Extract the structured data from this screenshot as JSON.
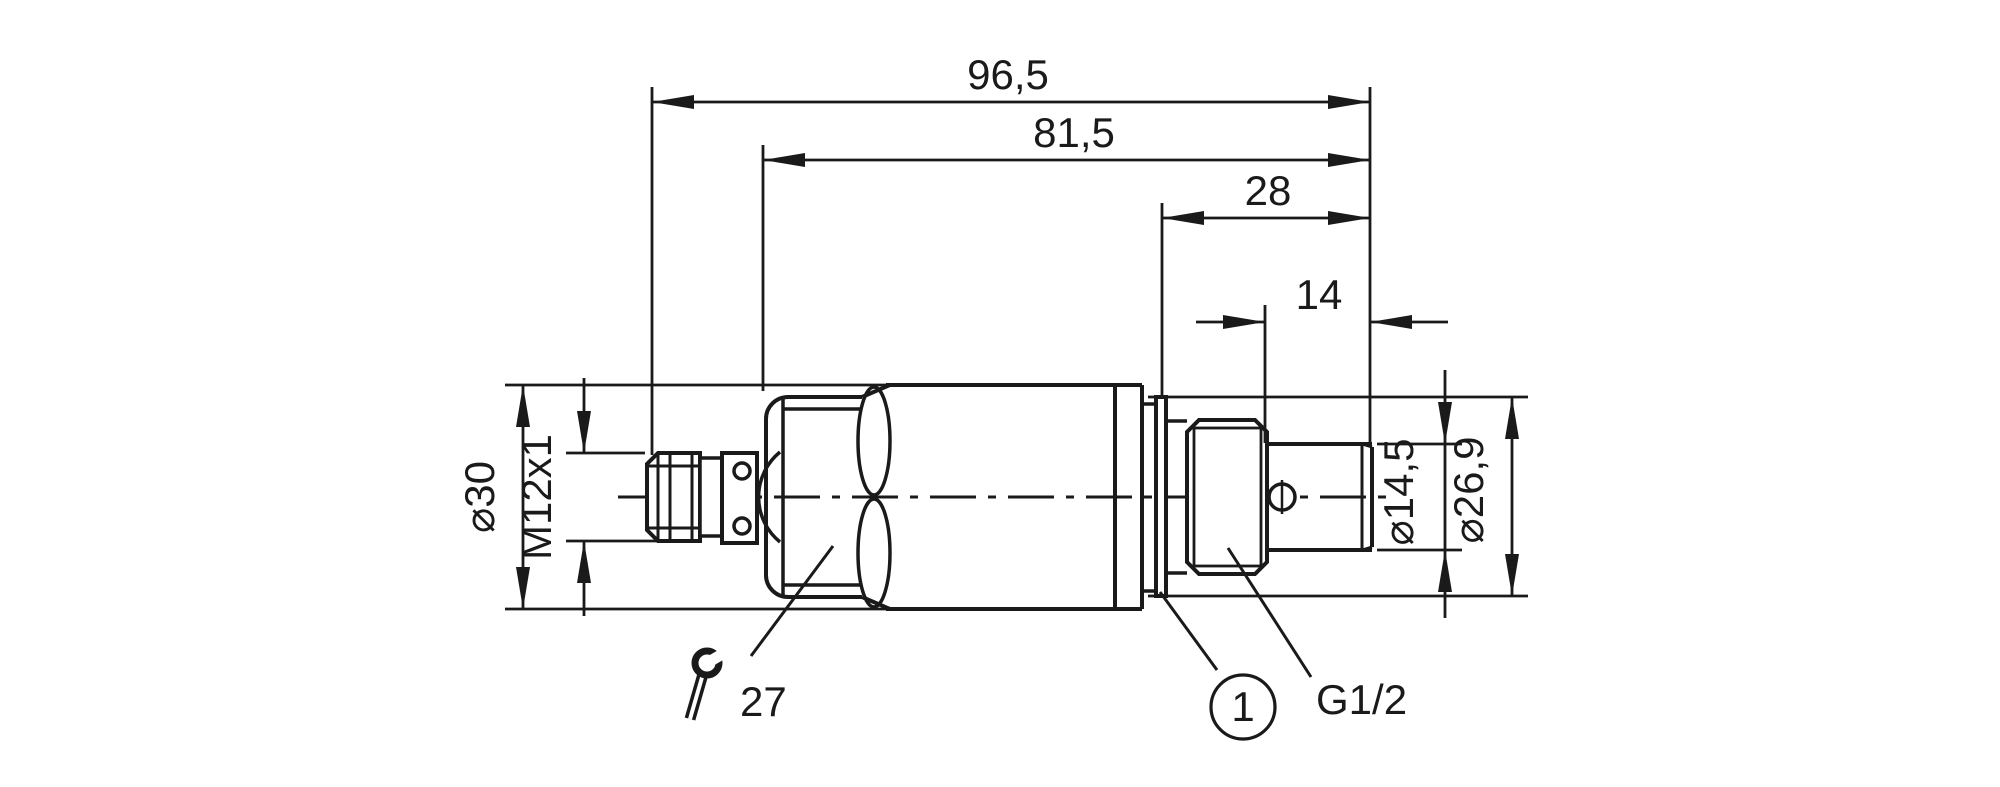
{
  "drawing": {
    "background": "#ffffff",
    "line_color": "#1a1a1a",
    "labels": {
      "dim_overall_length": "96,5",
      "dim_length_without_connector": "81,5",
      "dim_process_section_length": "28",
      "dim_thread_length": "14",
      "dim_housing_diameter": "⌀30",
      "dim_connector_thread": "M12x1",
      "dim_tip_diameter": "⌀14,5",
      "dim_seal_diameter": "⌀26,9",
      "wrench_size": "27",
      "process_thread": "G1/2",
      "callout_1": "1"
    }
  }
}
